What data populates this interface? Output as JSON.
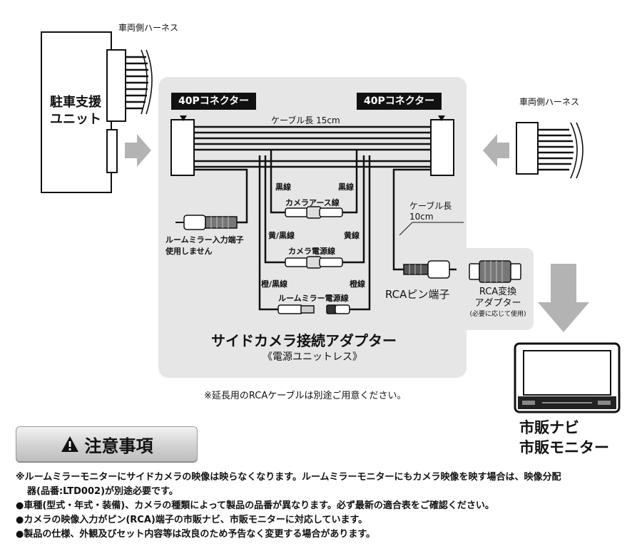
{
  "labels": {
    "vehicle_harness_left": "車両側ハーネス",
    "vehicle_harness_right": "車両側ハーネス",
    "parking_unit_line1": "駐車支援",
    "parking_unit_line2": "ユニット",
    "connector_left": "40Pコネクター",
    "connector_right": "40Pコネクター",
    "cable_length_15": "ケーブル長 15cm",
    "black_wire_left": "黒線",
    "black_wire_right": "黒線",
    "camera_ground_wire": "カメラアース線",
    "yellow_black_wire": "黄/黒線",
    "yellow_wire": "黄線",
    "camera_power_wire": "カメラ電源線",
    "orange_black_wire": "橙/黒線",
    "orange_wire": "橙線",
    "room_mirror_power_wire": "ルームミラー電源線",
    "room_mirror_input_line1": "ルームミラー入力端子",
    "room_mirror_input_line2": "使用しません",
    "cable_length_10_line1": "ケーブル長",
    "cable_length_10_line2": "10cm",
    "rca_pin": "RCAピン端子",
    "rca_adapter_line1": "RCA変換",
    "rca_adapter_line2": "アダプター",
    "rca_adapter_note": "(必要に応じて使用)",
    "product_title": "サイドカメラ接続アダプター",
    "product_subtitle": "《電源ユニットレス》",
    "rca_cable_note": "※延長用のRCAケーブルは別途ご用意ください。",
    "navi_line1": "市販ナビ",
    "navi_line2": "市販モニター"
  },
  "caution": {
    "title": "注意事項",
    "notes": [
      "※ルームミラーモニターにサイドカメラの映像は映らなくなります。ルームミラーモニターにもカメラ映像を映す場合は、映像分配",
      "器(品番:LTD002)が別途必要です。",
      "●車種(型式・年式・装備)、カメラの種類によって製品の品番が異なります。必ず最新の適合表をご確認ください。",
      "●カメラの映像入力がピン(RCA)端子の市販ナビ、市販モニターに対応しています。",
      "●製品の仕様、外観及びセット内容等は改良のため予告なく変更する場合があります。"
    ]
  },
  "colors": {
    "panel_bg": "#e6e6e6",
    "arrow_gray": "#b3b3b3",
    "line": "#111111"
  }
}
